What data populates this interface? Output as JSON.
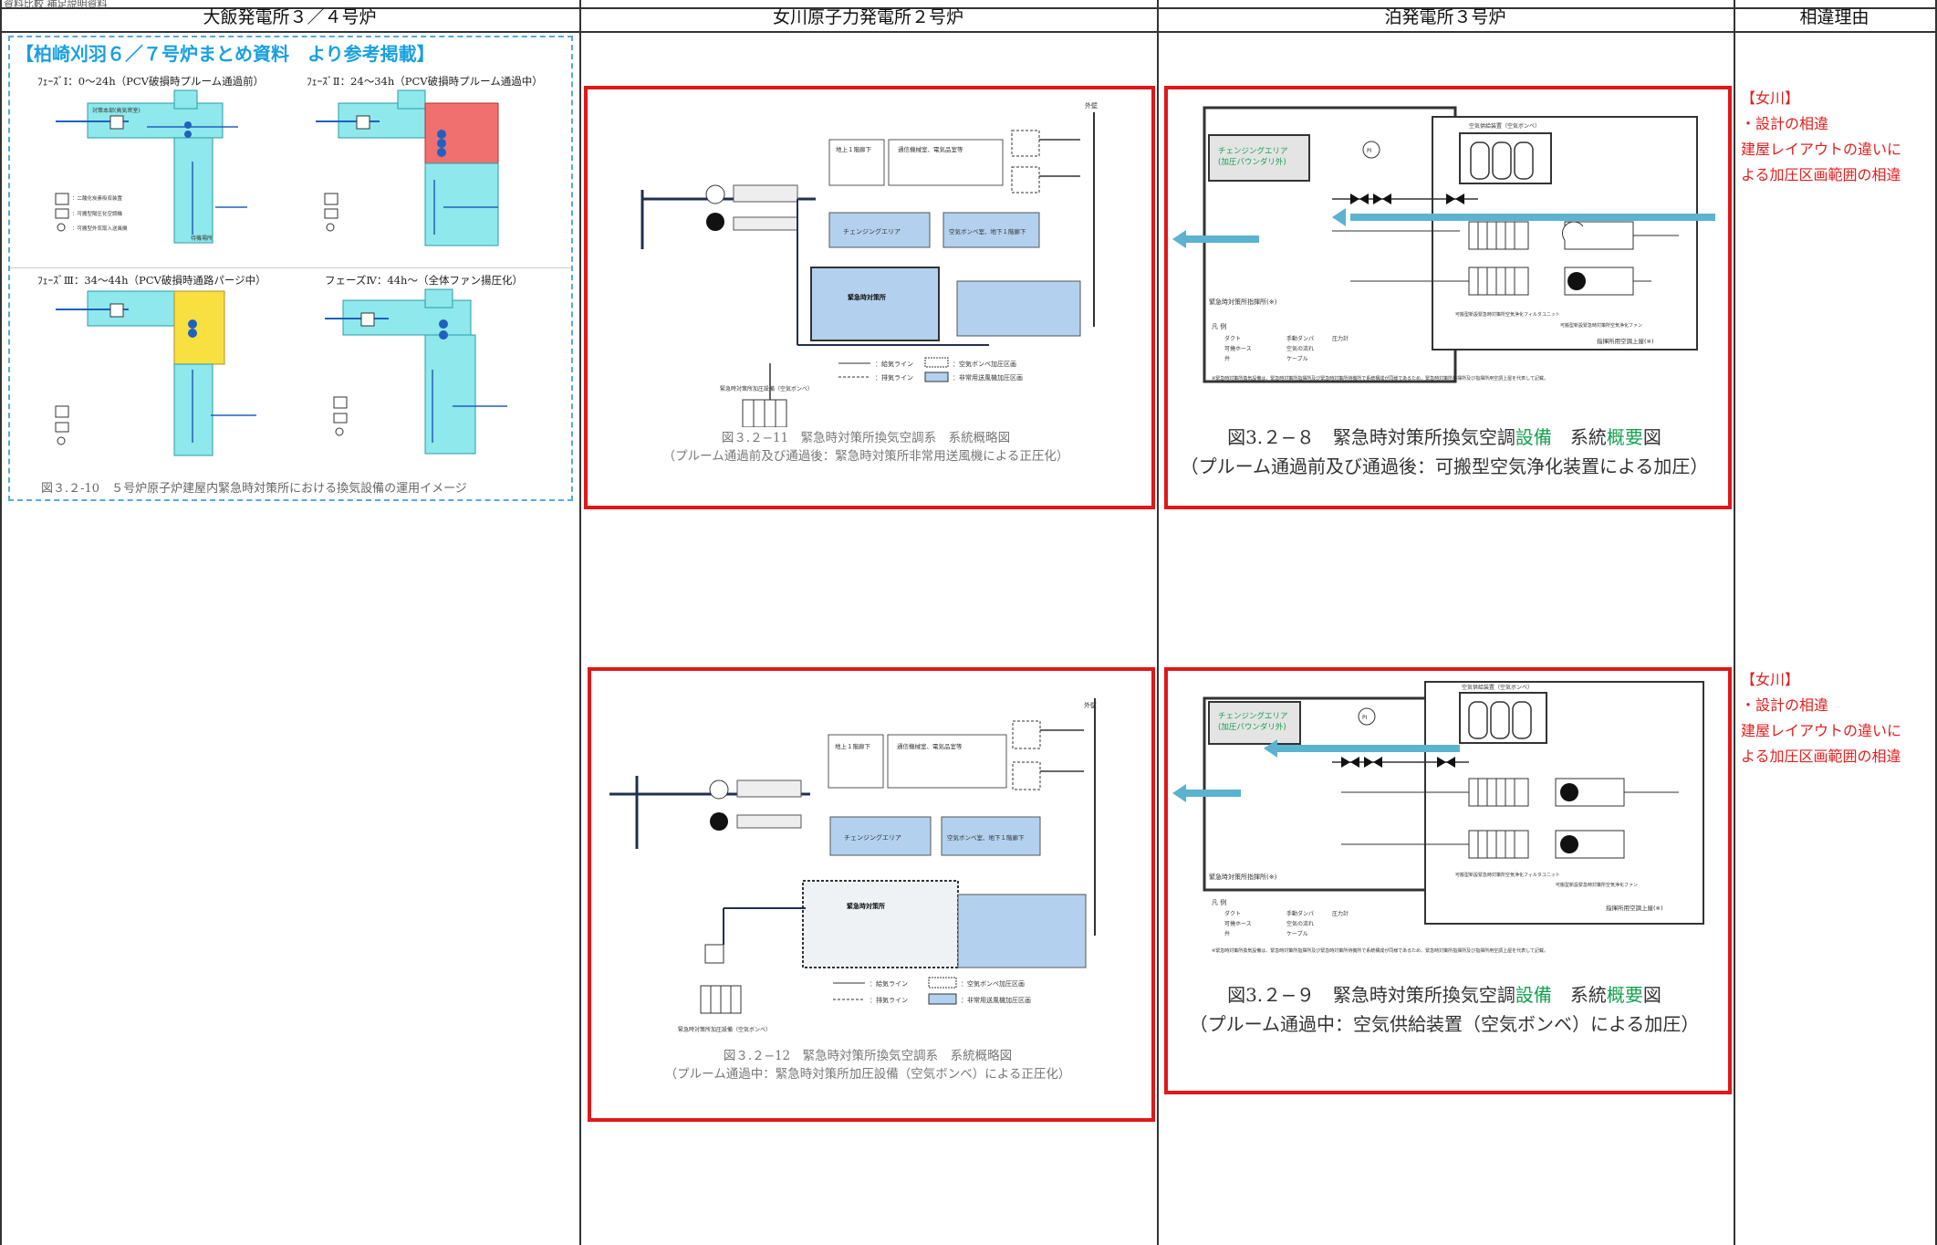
{
  "header": {
    "top_text": "資料比較 補足説明資料",
    "col1": "大飯発電所３／４号炉",
    "col2": "女川原子力発電所２号炉",
    "col3": "泊発電所３号炉",
    "col4": "相違理由"
  },
  "ohi": {
    "ref_title": "【柏崎刈羽６／７号炉まとめ資料　より参考掲載】",
    "phase1": "ﾌｪｰｽﾞⅠ：0～24h（PCV破損時プルーム通過前）",
    "phase2": "ﾌｪｰｽﾞⅡ：24～34h（PCV破損時プルーム通過中）",
    "phase3": "ﾌｪｰｽﾞⅢ：34～44h（PCV破損時通路パージ中）",
    "phase4": "フェーズⅣ：44h～（全体ファン揚圧化）",
    "caption": "図３.２-10　５号炉原子炉建屋内緊急時対策所における換気設備の運用イメージ",
    "legend_items": [
      "：二酸化炭素吸収装置",
      "：可搬型陽圧化空調機",
      "：可搬型外気取入送風機"
    ],
    "room_label": "対策本部(高気密室)",
    "room_label2": "待機場所"
  },
  "onagawa": {
    "fig1_caption_line1": "図３.２−11　緊急時対策所換気空調系　系統概略図",
    "fig1_caption_line2": "（プルーム通過前及び通過後：緊急時対策所非常用送風機による正圧化）",
    "fig2_caption_line1": "図３.２−12　緊急時対策所換気空調系　系統概略図",
    "fig2_caption_line2": "（プルーム通過中：緊急時対策所加圧設備（空気ボンベ）による正圧化）",
    "labels": {
      "change_area": "チェンジングエリア",
      "tank_room": "空気ボンベ室、地下１階廊下",
      "main_room": "緊急時対策所",
      "floor1": "地上１階廊下",
      "office": "通信機械室、電気品室等",
      "outside": "外壁",
      "legend_supply": "：給気ライン",
      "legend_exhaust": "：排気ライン",
      "legend_pressurize": "：空気ボンベ加圧区画",
      "legend_fan_area": "：非常用送風機加圧区画",
      "cylinders": "緊急時対策所加圧設備（空気ボンベ）"
    }
  },
  "tomari": {
    "fig1_caption_line1_a": "図3.２−８　緊急時対策所換気空調",
    "fig1_caption_line1_b": "設備",
    "fig1_caption_line1_c": "　系統",
    "fig1_caption_line1_d": "概要",
    "fig1_caption_line1_e": "図",
    "fig1_caption_line2": "（プルーム通過前及び通過後：可搬型空気浄化装置による加圧）",
    "fig2_caption_line1_a": "図3.２−９　緊急時対策所換気空調",
    "fig2_caption_line1_b": "設備",
    "fig2_caption_line1_c": "　系統",
    "fig2_caption_line1_d": "概要",
    "fig2_caption_line1_e": "図",
    "fig2_caption_line2": "（プルーム通過中：空気供給装置（空気ボンベ）による加圧）",
    "labels": {
      "change_area_l1": "チェンジングエリア",
      "change_area_l2": "(加圧バウンダリ外)",
      "bomb_room": "空気供給装置（空気ボンベ）",
      "command_room": "緊急時対策所指揮所(※)",
      "roof": "指揮所用空調上屋(※)",
      "filter_unit": "可搬型新設緊急時対策所空気浄化フィルタユニット",
      "fan": "可搬型新設緊急時対策所空気浄化ファン",
      "legend_title": "凡 例",
      "legend_duct": "ダクト",
      "legend_hose": "可撓ホース",
      "legend_valve": "弁",
      "legend_damper": "手動ダンパ",
      "legend_pi": "圧力計",
      "legend_flow": "空気の流れ",
      "legend_cable": "ケーブル",
      "pi": "PI",
      "note": "※緊急時対策所換気設備は、緊急時対策所指揮所及び緊急時対策所待機所で系統構成が同様であるため、緊急時対策所指揮所及び指揮所用空調上屋を代表して記載。"
    }
  },
  "reasons": {
    "r1_l1": "【女川】",
    "r1_l2": "・設計の相違",
    "r1_l3": "建屋レイアウトの違いに",
    "r1_l4": "よる加圧区画範囲の相違",
    "r2_l1": "【女川】",
    "r2_l2": "・設計の相違",
    "r2_l3": "建屋レイアウトの違いに",
    "r2_l4": "よる加圧区画範囲の相違"
  },
  "colors": {
    "red_frame": "#e01818",
    "reason_text": "#e02020",
    "cyan_area": "#8ee8ec",
    "blue_area": "#b3d1ee",
    "flow_arrow": "#5bb3cf",
    "green_text": "#16a050",
    "ref_title": "#1aa0e0"
  }
}
